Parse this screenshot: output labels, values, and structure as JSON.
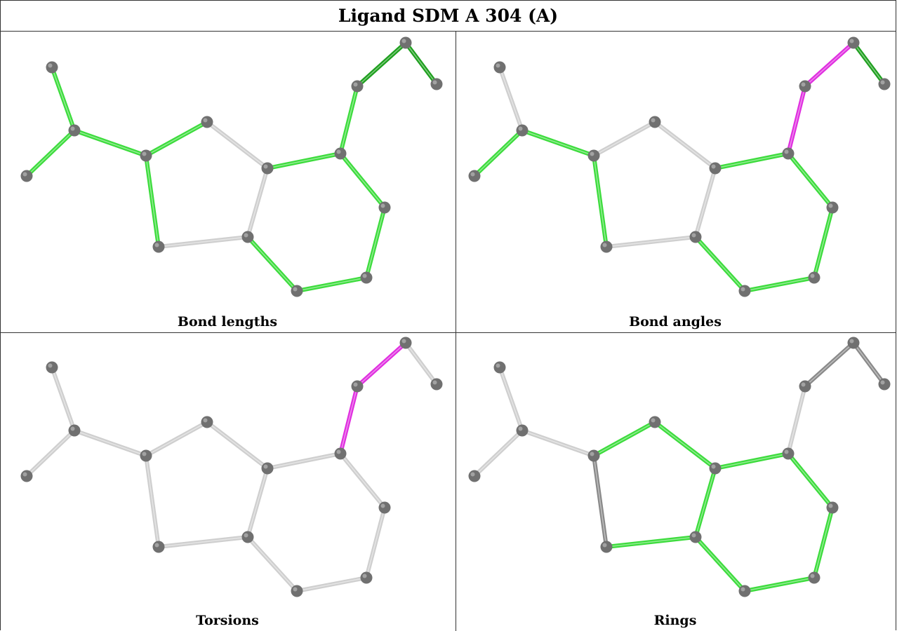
{
  "title": "Ligand SDM A 304 (A)",
  "panels": [
    {
      "caption": "Bond lengths",
      "highlight": {
        "green": [
          "b1",
          "b2",
          "b3",
          "b4",
          "b5",
          "b10",
          "b11",
          "b12",
          "b13",
          "b14",
          "b15",
          "b16"
        ],
        "darkgreen": [
          "b17",
          "b18"
        ],
        "magenta": []
      }
    },
    {
      "caption": "Bond angles",
      "highlight": {
        "green": [
          "b2",
          "b3",
          "b4",
          "b10",
          "b11",
          "b12",
          "b13",
          "b14",
          "b15"
        ],
        "darkgreen": [
          "b18"
        ],
        "magenta": [
          "b16",
          "b17"
        ]
      }
    },
    {
      "caption": "Torsions",
      "highlight": {
        "green": [],
        "darkgreen": [],
        "magenta": [
          "b16",
          "b17"
        ]
      }
    },
    {
      "caption": "Rings",
      "highlight": {
        "green": [
          "b5",
          "b6",
          "b7",
          "b8",
          "b9",
          "b10",
          "b11",
          "b12",
          "b13",
          "b14",
          "b15"
        ],
        "darkgreen": [],
        "magenta": []
      }
    }
  ],
  "colors": {
    "green": "#3ddc3d",
    "darkgreen": "#1fa01f",
    "magenta": "#e030e0",
    "neutral": "#cfcfcf",
    "neutral_dark_panel4": "#8a8a8a",
    "atom": "#707070",
    "border": "#333333"
  }
}
